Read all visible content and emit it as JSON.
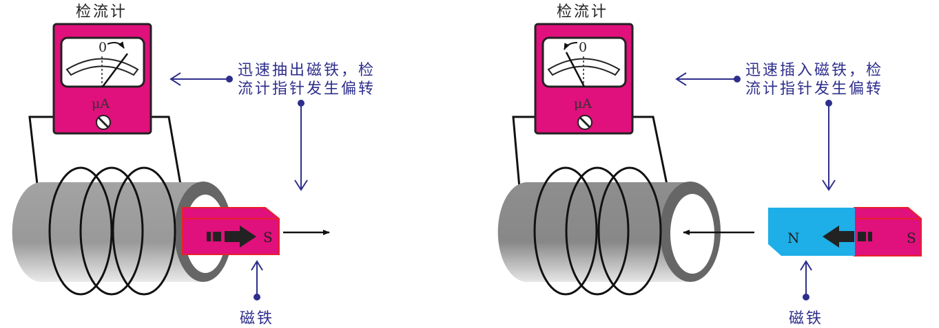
{
  "colors": {
    "meter": "#e0107c",
    "label": "#2e2e8c",
    "magnet_s": "#e0107c",
    "magnet_n": "#1eaee8",
    "tube": "#9a9a9a"
  },
  "left": {
    "meter_title": "检流计",
    "zero_mark": "0",
    "unit": "μA",
    "caption_line1": "迅速抽出磁铁，检",
    "caption_line2": "流计指针发生偏转",
    "magnet_label": "磁铁",
    "pole_s": "S"
  },
  "right": {
    "meter_title": "检流计",
    "zero_mark": "0",
    "unit": "μA",
    "caption_line1": "迅速插入磁铁，检",
    "caption_line2": "流计指针发生偏转",
    "magnet_label": "磁铁",
    "pole_n": "N",
    "pole_s": "S"
  }
}
